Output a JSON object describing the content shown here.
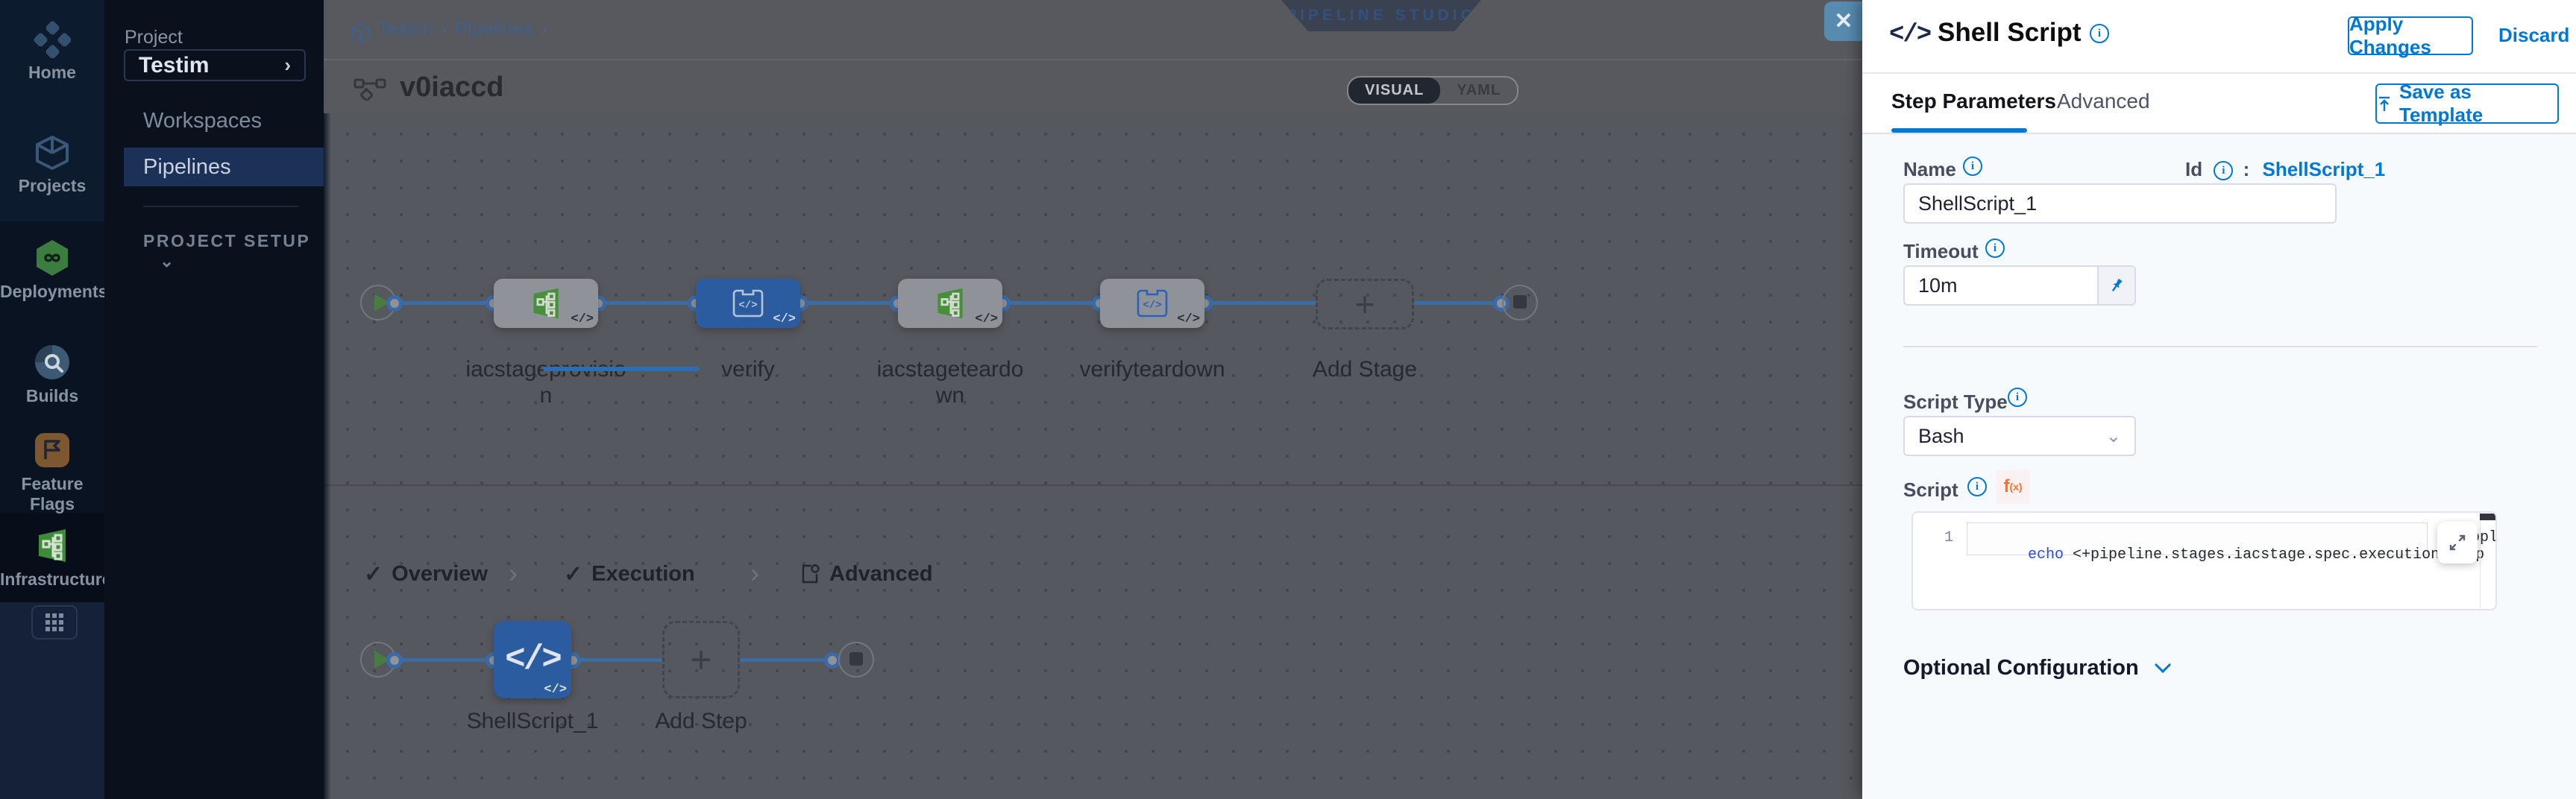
{
  "colors": {
    "accent": "#0278d5",
    "selected_node": "#2a5c9f",
    "nav_green": "#3f8b3c",
    "deploy_green": "#3b7c3f",
    "canvas_dim": "#55585e"
  },
  "left_nav": {
    "items": [
      {
        "label": "Home",
        "icon": "harness-logo-icon"
      },
      {
        "label": "Projects",
        "icon": "cube-icon"
      },
      {
        "label": "Deployments",
        "icon": "infinity-hexagon-icon"
      },
      {
        "label": "Builds",
        "icon": "builds-magnifier-icon"
      },
      {
        "label": "Feature Flags",
        "icon": "flag-icon"
      },
      {
        "label": "Infrastructures",
        "icon": "infrastructure-circuit-icon"
      }
    ],
    "apps_button_icon": "apps-grid-icon"
  },
  "project_sidebar": {
    "section_label": "Project",
    "project_name": "Testim",
    "items": [
      {
        "label": "Workspaces"
      },
      {
        "label": "Pipelines",
        "active": true
      }
    ],
    "setup_label": "PROJECT SETUP"
  },
  "header": {
    "breadcrumb": {
      "crumb1": "Testim",
      "crumb2": "Pipelines",
      "sep": "›"
    },
    "studio_badge": "PIPELINE STUDIO",
    "pipeline_title": "v0iaccd",
    "toggle": {
      "visual": "VISUAL",
      "yaml": "YAML"
    }
  },
  "pipeline": {
    "stages": [
      {
        "l1": "iacstageprovisio",
        "l2": "n",
        "type": "infra",
        "badge": "</>"
      },
      {
        "l1": "verify",
        "l2": "",
        "type": "custom-selected",
        "badge": "</>"
      },
      {
        "l1": "iacstageteardo",
        "l2": "wn",
        "type": "infra",
        "badge": "</>"
      },
      {
        "l1": "verifyteardown",
        "l2": "",
        "type": "custom",
        "badge": "</>"
      }
    ],
    "add_stage_label": "Add Stage"
  },
  "stage_tabs": {
    "overview": "Overview",
    "execution": "Execution",
    "advanced": "Advanced",
    "check": "✓",
    "chev": "›"
  },
  "execution_graph": {
    "step_label": "ShellScript_1",
    "step_glyph": "</>",
    "add_step_label": "Add Step",
    "badge": "</>"
  },
  "close_button": {
    "glyph": "✕"
  },
  "drawer": {
    "icon_glyph": "</>",
    "title": "Shell Script",
    "apply_label": "Apply Changes",
    "discard_label": "Discard",
    "tabs": {
      "step_parameters": "Step Parameters",
      "advanced": "Advanced"
    },
    "save_template_label": "Save as Template",
    "fields": {
      "name_label": "Name",
      "name_value": "ShellScript_1",
      "id_label": "Id",
      "id_sep": ":",
      "id_value": "ShellScript_1",
      "timeout_label": "Timeout",
      "timeout_value": "10m",
      "script_type_label": "Script Type",
      "script_type_value": "Bash",
      "script_label": "Script",
      "fx": "f",
      "fx_sub": "(x)"
    },
    "editor": {
      "line_number": "1",
      "keyword": "echo",
      "code_rest": " <+pipeline.stages.iacstage.spec.execution.step",
      "code_tail": "ppl"
    },
    "optional_label": "Optional Configuration"
  }
}
